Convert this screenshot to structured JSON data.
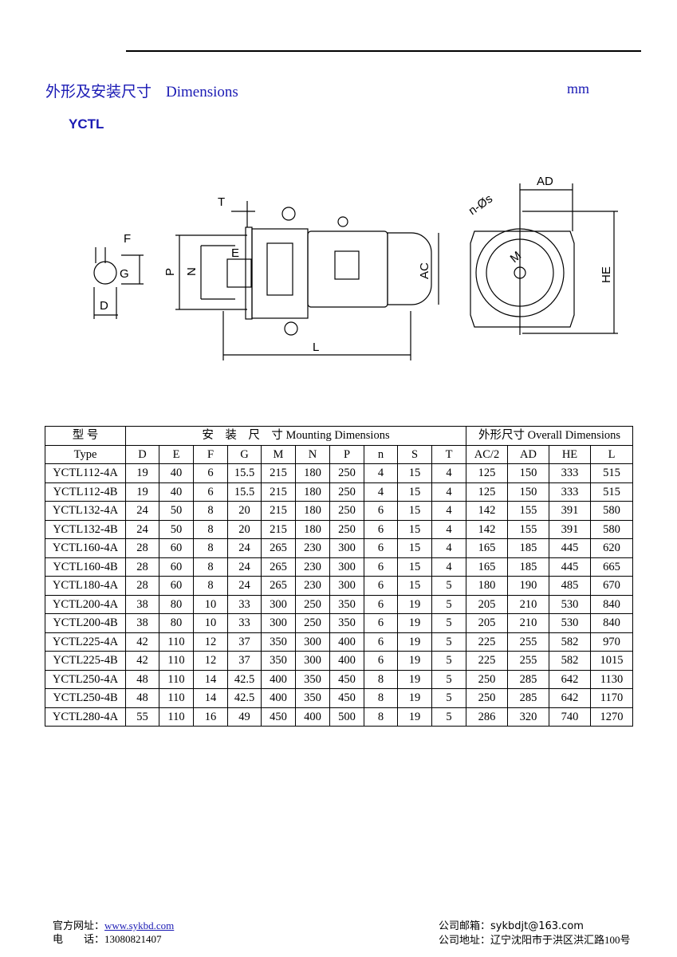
{
  "header": {
    "title_cn": "外形及安装尺寸",
    "title_en": "Dimensions",
    "unit": "mm",
    "model": "YCTL"
  },
  "drawing": {
    "labels": {
      "T": "T",
      "F": "F",
      "G": "G",
      "D": "D",
      "P": "P",
      "N": "N",
      "E": "E",
      "AC": "AC",
      "L": "L",
      "AD": "AD",
      "ns": "n-Øs",
      "M": "M",
      "HE": "HE"
    }
  },
  "table": {
    "type_header_cn": "型 号",
    "type_header_en": "Type",
    "mounting_header": "安　装　尺　寸 Mounting Dimensions",
    "overall_header": "外形尺寸 Overall Dimensions",
    "mounting_columns": [
      "D",
      "E",
      "F",
      "G",
      "M",
      "N",
      "P",
      "n",
      "S",
      "T"
    ],
    "overall_columns": [
      "AC/2",
      "AD",
      "HE",
      "L"
    ],
    "rows": [
      [
        "YCTL112-4A",
        "19",
        "40",
        "6",
        "15.5",
        "215",
        "180",
        "250",
        "4",
        "15",
        "4",
        "125",
        "150",
        "333",
        "515"
      ],
      [
        "YCTL112-4B",
        "19",
        "40",
        "6",
        "15.5",
        "215",
        "180",
        "250",
        "4",
        "15",
        "4",
        "125",
        "150",
        "333",
        "515"
      ],
      [
        "YCTL132-4A",
        "24",
        "50",
        "8",
        "20",
        "215",
        "180",
        "250",
        "6",
        "15",
        "4",
        "142",
        "155",
        "391",
        "580"
      ],
      [
        "YCTL132-4B",
        "24",
        "50",
        "8",
        "20",
        "215",
        "180",
        "250",
        "6",
        "15",
        "4",
        "142",
        "155",
        "391",
        "580"
      ],
      [
        "YCTL160-4A",
        "28",
        "60",
        "8",
        "24",
        "265",
        "230",
        "300",
        "6",
        "15",
        "4",
        "165",
        "185",
        "445",
        "620"
      ],
      [
        "YCTL160-4B",
        "28",
        "60",
        "8",
        "24",
        "265",
        "230",
        "300",
        "6",
        "15",
        "4",
        "165",
        "185",
        "445",
        "665"
      ],
      [
        "YCTL180-4A",
        "28",
        "60",
        "8",
        "24",
        "265",
        "230",
        "300",
        "6",
        "15",
        "5",
        "180",
        "190",
        "485",
        "670"
      ],
      [
        "YCTL200-4A",
        "38",
        "80",
        "10",
        "33",
        "300",
        "250",
        "350",
        "6",
        "19",
        "5",
        "205",
        "210",
        "530",
        "840"
      ],
      [
        "YCTL200-4B",
        "38",
        "80",
        "10",
        "33",
        "300",
        "250",
        "350",
        "6",
        "19",
        "5",
        "205",
        "210",
        "530",
        "840"
      ],
      [
        "YCTL225-4A",
        "42",
        "110",
        "12",
        "37",
        "350",
        "300",
        "400",
        "6",
        "19",
        "5",
        "225",
        "255",
        "582",
        "970"
      ],
      [
        "YCTL225-4B",
        "42",
        "110",
        "12",
        "37",
        "350",
        "300",
        "400",
        "6",
        "19",
        "5",
        "225",
        "255",
        "582",
        "1015"
      ],
      [
        "YCTL250-4A",
        "48",
        "110",
        "14",
        "42.5",
        "400",
        "350",
        "450",
        "8",
        "19",
        "5",
        "250",
        "285",
        "642",
        "1130"
      ],
      [
        "YCTL250-4B",
        "48",
        "110",
        "14",
        "42.5",
        "400",
        "350",
        "450",
        "8",
        "19",
        "5",
        "250",
        "285",
        "642",
        "1170"
      ],
      [
        "YCTL280-4A",
        "55",
        "110",
        "16",
        "49",
        "450",
        "400",
        "500",
        "8",
        "19",
        "5",
        "286",
        "320",
        "740",
        "1270"
      ]
    ]
  },
  "footer": {
    "website_label": "官方网址：",
    "website": "www.sykbd.com",
    "phone_label": "电　　话：",
    "phone": "13080821407",
    "email_label": "公司邮箱：",
    "email": "sykbdjt@163.com",
    "address_label": "公司地址：",
    "address": "辽宁沈阳市于洪区洪汇路100号"
  }
}
